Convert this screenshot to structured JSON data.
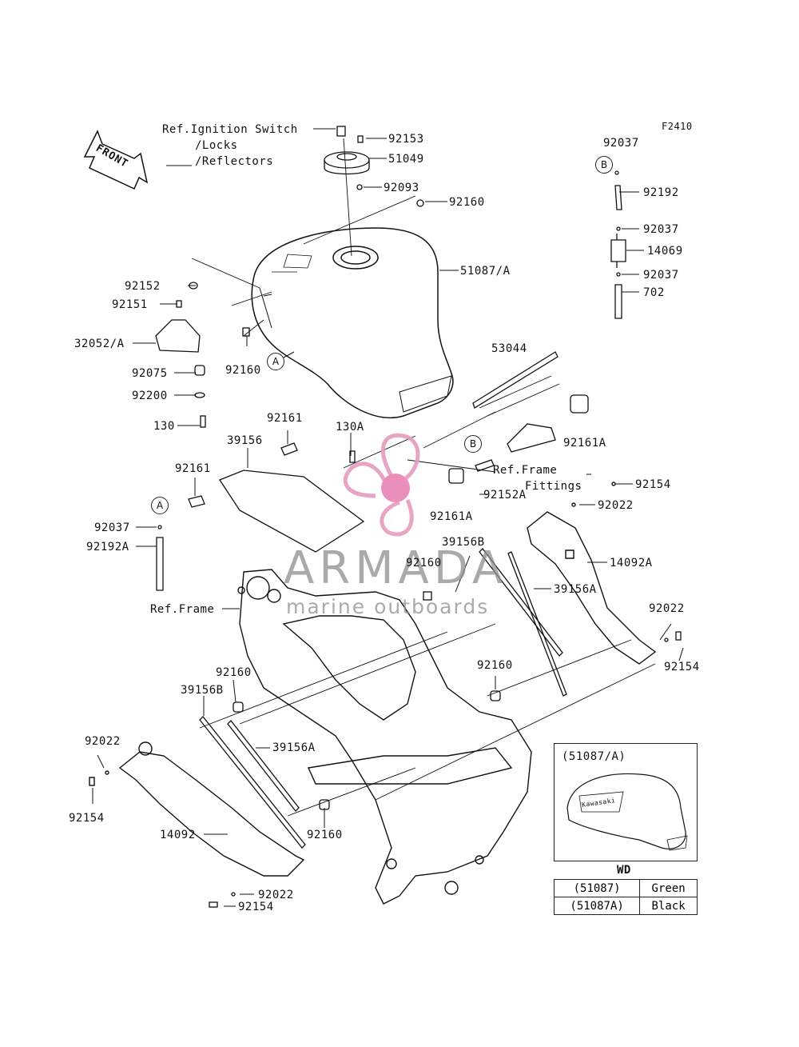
{
  "figure_code": "F2410",
  "front_label": "FRONT",
  "ref_labels": {
    "ignition_line1": "Ref.Ignition Switch",
    "ignition_line2": "/Locks",
    "ignition_line3": "/Reflectors",
    "frame_fittings_line1": "Ref.Frame",
    "frame_fittings_line2": "Fittings",
    "frame": "Ref.Frame"
  },
  "callouts": {
    "A": "A",
    "B": "B"
  },
  "parts": {
    "p92153": "92153",
    "p51049": "51049",
    "p92093": "92093",
    "p92160_top": "92160",
    "p51087A": "51087/A",
    "p92152": "92152",
    "p92151": "92151",
    "p32052A": "32052/A",
    "p92160_left": "92160",
    "p92075": "92075",
    "p92200": "92200",
    "p130": "130",
    "p92161_a": "92161",
    "p130A": "130A",
    "p39156": "39156",
    "p92161_b": "92161",
    "p53044": "53044",
    "p92161A_right": "92161A",
    "p92152A": "92152A",
    "p92161A_mid": "92161A",
    "p92037_left": "92037",
    "p92192A": "92192A",
    "p92037_t1": "92037",
    "p92192": "92192",
    "p92037_t2": "92037",
    "p14069": "14069",
    "p92037_t3": "92037",
    "p702": "702",
    "p92154_tr": "92154",
    "p92022_tr": "92022",
    "p39156B_top": "39156B",
    "p92160_mid": "92160",
    "p14092A": "14092A",
    "p39156A_top": "39156A",
    "p92022_r": "92022",
    "p92154_r": "92154",
    "p92160_cr": "92160",
    "p92160_cl": "92160",
    "p39156B_bot": "39156B",
    "p39156A_bot": "39156A",
    "p92022_l": "92022",
    "p92154_l": "92154",
    "p92160_bot": "92160",
    "p14092": "14092",
    "p92022_b": "92022",
    "p92154_b": "92154"
  },
  "inset": {
    "title": "(51087/A)",
    "emblem_text": "Kawasaki"
  },
  "wd_table": {
    "header": "WD",
    "rows": [
      {
        "part": "(51087)",
        "color": "Green"
      },
      {
        "part": "(51087A)",
        "color": "Black"
      }
    ]
  },
  "watermark": {
    "title": "ARMADA",
    "subtitle": "marine outboards",
    "logo_color": "#e59bbf",
    "logo_center_color": "#e883b4"
  },
  "colors": {
    "ink": "#111111",
    "watermark_text": "#8e8e8e"
  }
}
